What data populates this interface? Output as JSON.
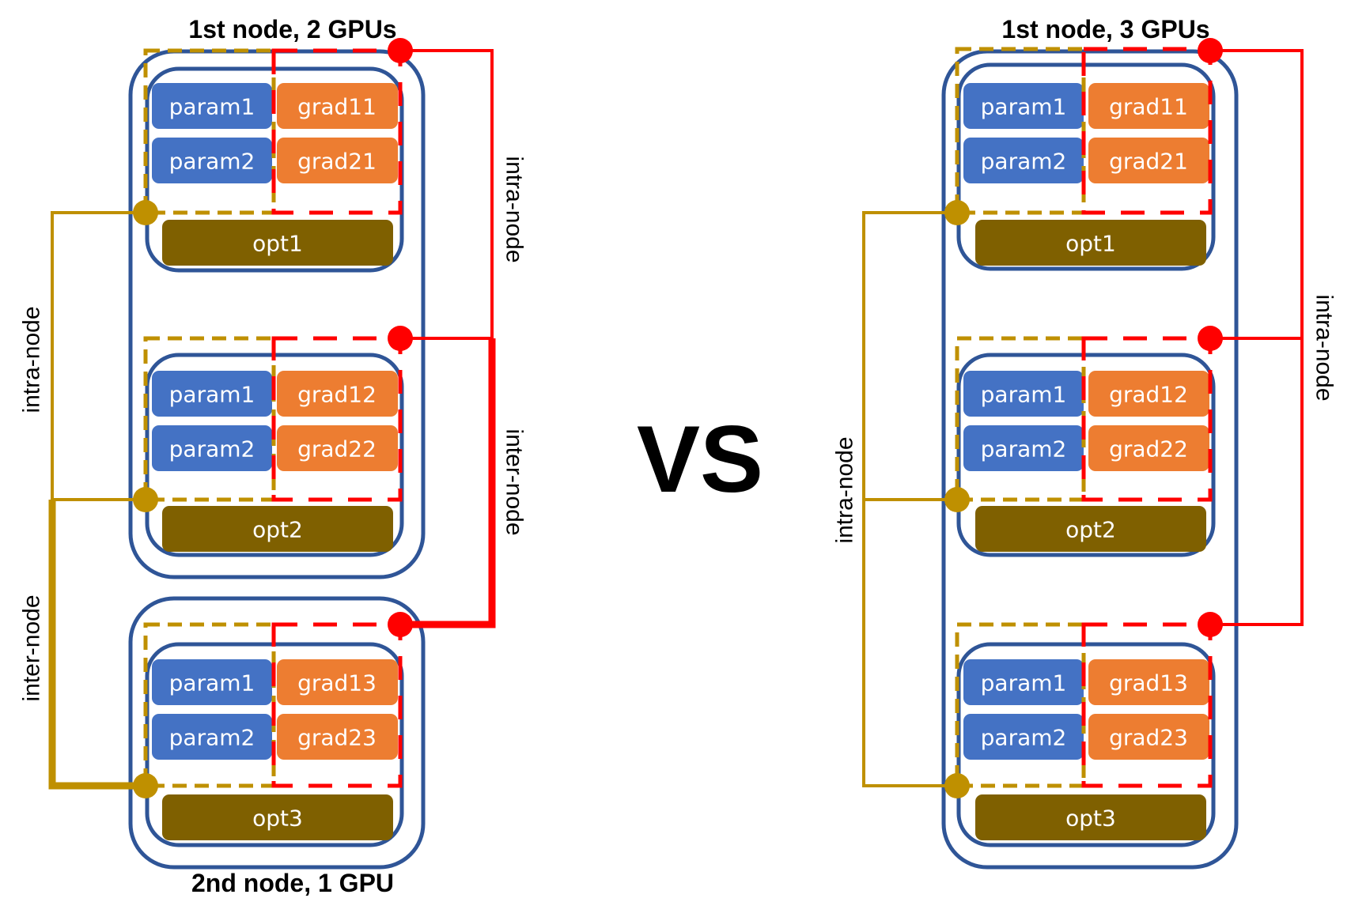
{
  "comparison_label": "VS",
  "left": {
    "top_title": "1st node, 2 GPUs",
    "bottom_title": "2nd node, 1 GPU",
    "gold_link_labels": [
      "intra-node",
      "inter-node"
    ],
    "red_link_labels": [
      "intra-node",
      "inter-node"
    ],
    "gpus": [
      {
        "params": [
          "param1",
          "param2"
        ],
        "grads": [
          "grad11",
          "grad21"
        ],
        "opt": "opt1"
      },
      {
        "params": [
          "param1",
          "param2"
        ],
        "grads": [
          "grad12",
          "grad22"
        ],
        "opt": "opt2"
      },
      {
        "params": [
          "param1",
          "param2"
        ],
        "grads": [
          "grad13",
          "grad23"
        ],
        "opt": "opt3"
      }
    ]
  },
  "right": {
    "top_title": "1st node, 3 GPUs",
    "gold_link_labels": [
      "intra-node"
    ],
    "red_link_labels": [
      "intra-node"
    ],
    "gpus": [
      {
        "params": [
          "param1",
          "param2"
        ],
        "grads": [
          "grad11",
          "grad21"
        ],
        "opt": "opt1"
      },
      {
        "params": [
          "param1",
          "param2"
        ],
        "grads": [
          "grad12",
          "grad22"
        ],
        "opt": "opt2"
      },
      {
        "params": [
          "param1",
          "param2"
        ],
        "grads": [
          "grad13",
          "grad23"
        ],
        "opt": "opt3"
      }
    ]
  },
  "colors": {
    "node_border": "#2f5597",
    "param": "#4472c4",
    "grad": "#ed7d31",
    "opt": "#7f6000",
    "param_group_link": "#bf9000",
    "grad_group_link": "#ff0000"
  }
}
